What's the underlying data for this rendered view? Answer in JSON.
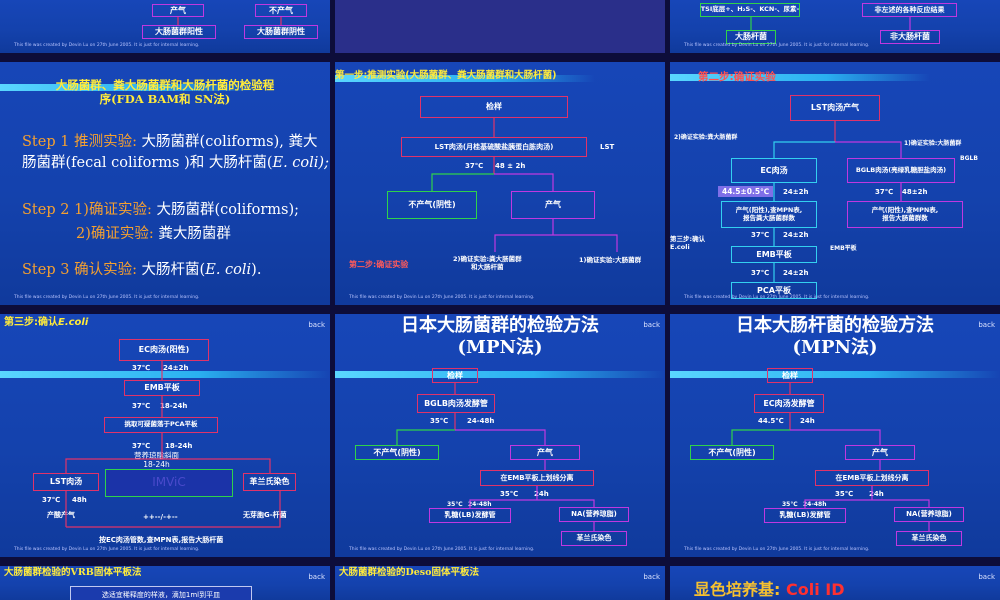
{
  "footer": "This file was created by Devin Lu on 27th June 2005. It is just for internal learning.",
  "back": "back",
  "r0c0": {
    "b1": "产气",
    "b2": "不产气",
    "b3": "大肠菌群阳性",
    "b4": "大肠菌群阴性"
  },
  "r0c2": {
    "b1": "TSI底层+、H₂S-、KCN-、尿素-",
    "b2": "非左述的各种反应结果",
    "b3": "大肠杆菌",
    "b4": "非大肠杆菌"
  },
  "r1c0": {
    "title_l1": "大肠菌群、粪大肠菌群和大肠杆菌的检验程",
    "title_l2": "序(FDA BAM和 SN法)",
    "s1_label": "Step 1 推测实验:",
    "s1_text_a": " 大肠菌群(coliforms), 粪大",
    "s1_text_b": "肠菌群(fecal coliforms )和 大肠杆菌(",
    "s1_ecoli": "E. coli);",
    "s2_label": "Step 2  1)确证实验:",
    "s2_text": " 大肠菌群(coliforms);",
    "s2b_label": "2)确证实验:",
    "s2b_text": " 粪大肠菌群",
    "s3_label": "Step 3 确认实验:",
    "s3_text": " 大肠杆菌(",
    "s3_ecoli": "E. coli",
    "s3_end": ")."
  },
  "r1c1": {
    "title": "第一步:推测实验(大肠菌群、粪大肠菌群和大肠杆菌)",
    "b_sample": "检样",
    "b_lst": "LST肉汤(月桂基硫酸盐胰蛋白胨肉汤)",
    "lst_tag": "LST",
    "temp": "37℃",
    "time": "48 ± 2h",
    "b_neg": "不产气(阴性)",
    "b_pos": "产气",
    "step2": "第二步:确证实验",
    "conf2": "2)确证实验:粪大肠菌群\n和大肠杆菌",
    "conf1": "1)确证实验:大肠菌群"
  },
  "r1c2": {
    "title": "第二步:确证实验",
    "b_lst": "LST肉汤产气",
    "conf2": "2)确证实验:粪大肠菌群",
    "conf1": "1)确证实验:大肠菌群",
    "bglb_tag": "BGLB",
    "b_ec": "EC肉汤",
    "b_bglb": "BGLB肉汤(亮绿乳糖胆盐肉汤)",
    "t_ec": "44.5±0.5℃",
    "time_ec": "24±2h",
    "t_bglb": "37℃",
    "time_bglb": "48±2h",
    "b_ecres": "产气(阳性),查MPN表,\n报告粪大肠菌群数",
    "b_bglbres": "产气(阳性),查MPN表,\n报告大肠菌群数",
    "t2": "37℃",
    "time2": "24±2h",
    "step3": "第三步:确认\nE.coli",
    "b_emb": "EMB平板",
    "emb_tag": "EMB平板",
    "t3": "37℃",
    "time3": "24±2h",
    "b_pca": "PCA平板"
  },
  "r2c0": {
    "title_a": "第三步:确认",
    "title_b": "E.coli",
    "b_ec": "EC肉汤(阳性)",
    "t1": "37℃",
    "h1": "24±2h",
    "b_emb": "EMB平板",
    "t2": "37℃",
    "h2": "18-24h",
    "b_pick": "挑取可疑菌落于PCA平板",
    "t3": "37℃",
    "h3": "18-24h",
    "slant": "营养琼脂斜面\n18-24h",
    "b_lst": "LST肉汤",
    "b_imvic": "IMViC",
    "b_gram": "革兰氏染色",
    "t4": "37℃",
    "h4": "48h",
    "gas": "产酸产气",
    "imvic_res": "++--/-+--",
    "gram_res": "无芽胞G-杆菌",
    "final": "按EC肉汤管数,查MPN表,报告大肠杆菌"
  },
  "r2c1": {
    "title_l1": "日本大肠菌群的检验方法",
    "title_l2": "(MPN法)",
    "b_sample": "检样",
    "b_bglb": "BGLB肉汤发酵管",
    "t1": "35℃",
    "h1": "24-48h",
    "b_neg": "不产气(阴性)",
    "b_pos": "产气",
    "b_emb": "在EMB平板上划线分离",
    "t2": "35℃",
    "h2": "24h",
    "t3": "35℃",
    "h3": "24-48h",
    "b_lb": "乳糖(LB)发酵管",
    "b_na": "NA(营养琼脂)",
    "b_gram": "革兰氏染色"
  },
  "r2c2": {
    "title_l1": "日本大肠杆菌的检验方法",
    "title_l2": "(MPN法)",
    "b_sample": "检样",
    "b_ec": "EC肉汤发酵管",
    "t1": "44.5℃",
    "h1": "24h",
    "b_neg": "不产气(阴性)",
    "b_pos": "产气",
    "b_emb": "在EMB平板上划线分离",
    "t2": "35℃",
    "h2": "24h",
    "t3": "35℃",
    "h3": "24-48h",
    "b_lb": "乳糖(LB)发酵管",
    "b_na": "NA(营养琼脂)",
    "b_gram": "革兰氏染色"
  },
  "r3c0": {
    "title_a": "大肠菌群检验的",
    "title_b": "VRB",
    "title_c": "固体平板法",
    "box": "选适宜稀释度的样液，滴加1ml到平皿"
  },
  "r3c1": {
    "title_a": "大肠菌群检验的",
    "title_b": "Deso",
    "title_c": "固体平板法"
  },
  "r3c2": {
    "title_a": "显色培养基: ",
    "title_b": "Coli ID"
  }
}
